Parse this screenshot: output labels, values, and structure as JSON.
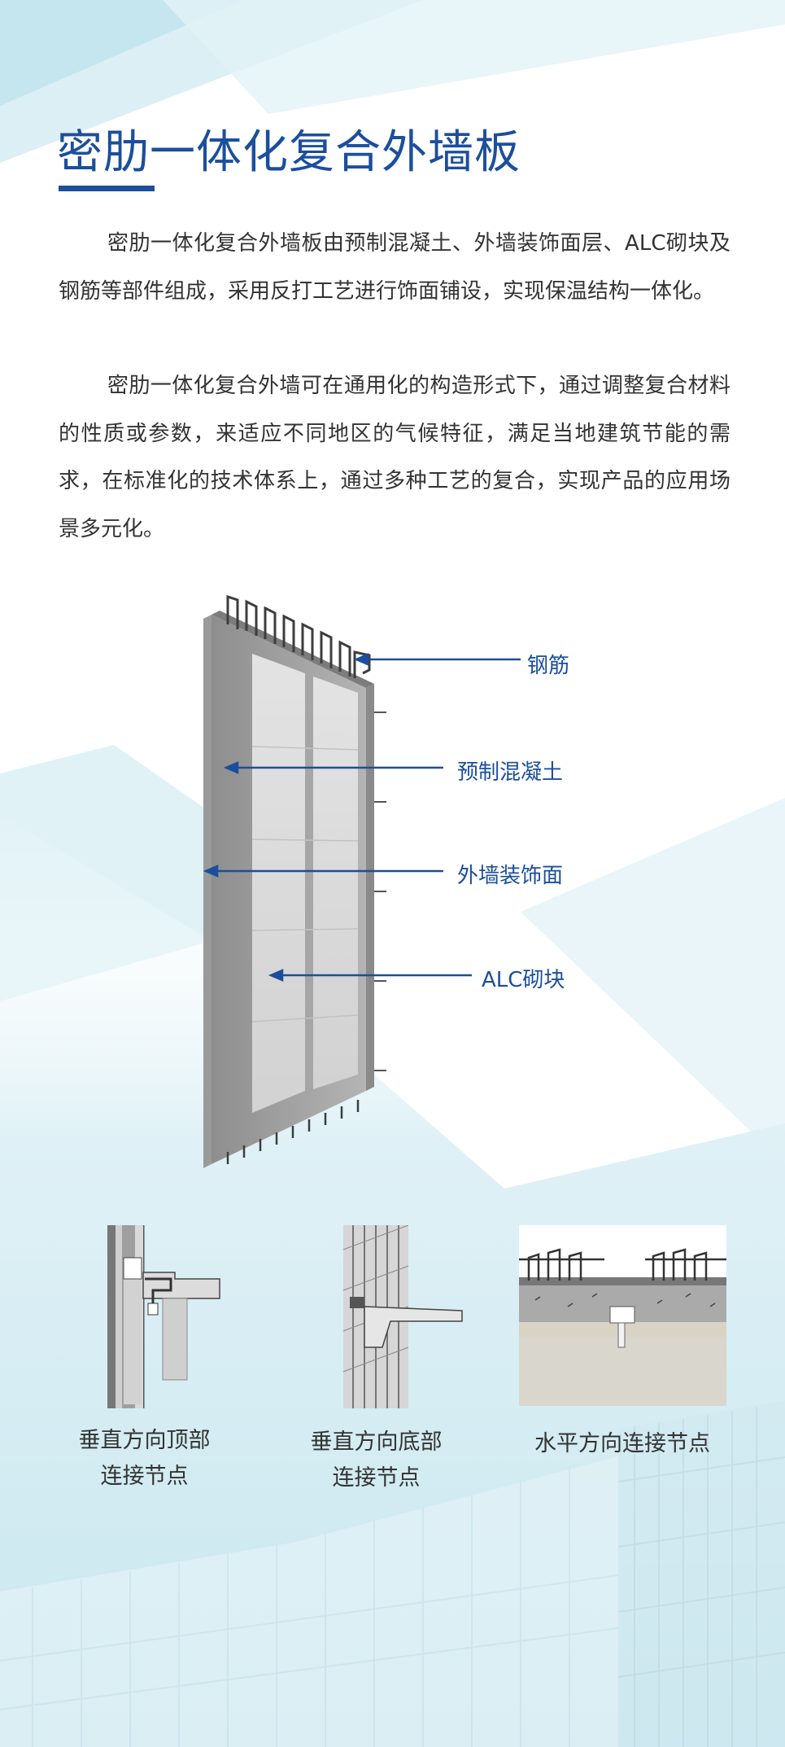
{
  "title": "密肋一体化复合外墙板",
  "paragraphs": [
    "密肋一体化复合外墙板由预制混凝土、外墙装饰面层、ALC砌块及钢筋等部件组成，采用反打工艺进行饰面铺设，实现保温结构一体化。",
    "密肋一体化复合外墙可在通用化的构造形式下，通过调整复合材料的性质或参数，来适应不同地区的气候特征，满足当地建筑节能的需求，在标准化的技术体系上，通过多种工艺的复合，实现产品的应用场景多元化。"
  ],
  "diagram": {
    "labels": {
      "rebar": "钢筋",
      "precast_concrete": "预制混凝土",
      "exterior_finish": "外墙装饰面",
      "alc_block": "ALC砌块"
    }
  },
  "nodes": [
    {
      "line1": "垂直方向顶部",
      "line2": "连接节点"
    },
    {
      "line1": "垂直方向底部",
      "line2": "连接节点"
    },
    {
      "line1": "水平方向连接节点",
      "line2": ""
    }
  ],
  "colors": {
    "accent": "#1b4f9c",
    "text": "#333333",
    "background_tint": "#d6eef4"
  }
}
